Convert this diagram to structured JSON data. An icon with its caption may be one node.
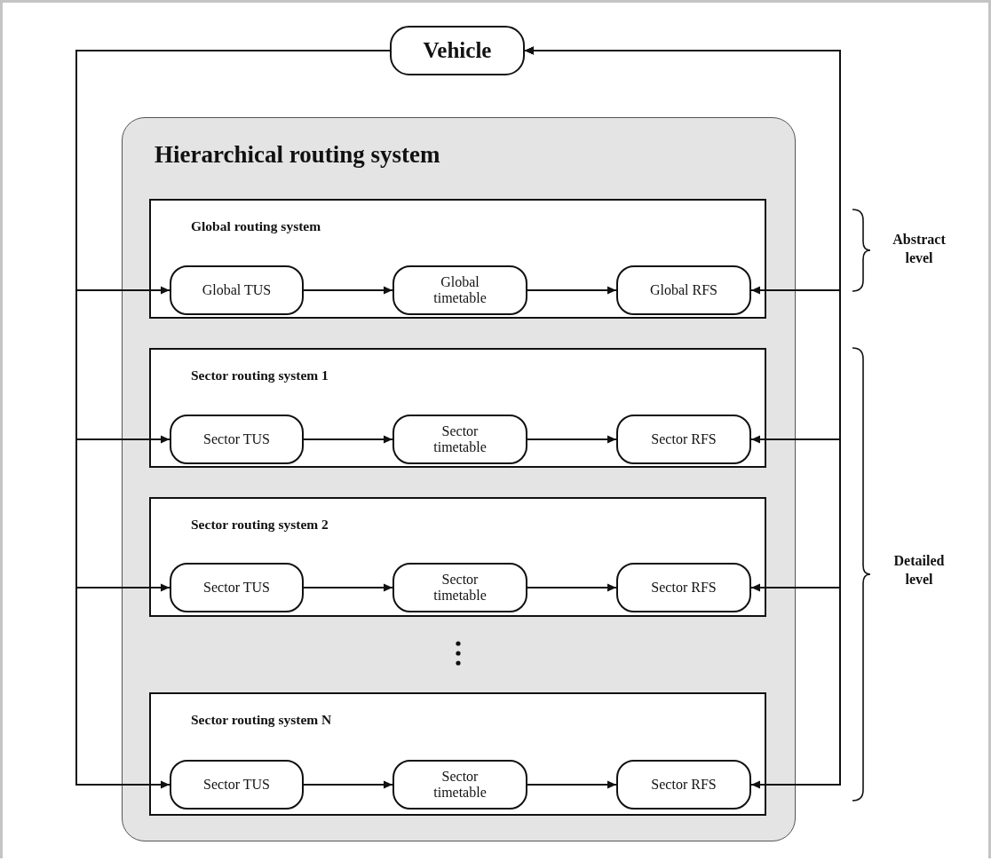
{
  "diagram": {
    "nodes": [
      {
        "text": [
          "Vehicle"
        ]
      },
      {
        "text": [
          "Hierarchical routing system"
        ]
      },
      {
        "text": [
          "Global routing system"
        ],
        "in": 1
      },
      {
        "text": [
          "Global TUS"
        ],
        "in": 2
      },
      {
        "text": [
          "Global timetable"
        ],
        "in": 2
      },
      {
        "text": [
          "Global RFS"
        ],
        "in": 2
      },
      {
        "text": [
          "Sector routing system 1"
        ],
        "in": 1
      },
      {
        "text": [
          "Sector TUS"
        ],
        "in": 6
      },
      {
        "text": [
          "Sector timetable"
        ],
        "in": 6
      },
      {
        "text": [
          "Sector RFS"
        ],
        "in": 6
      },
      {
        "text": [
          "Sector routing system 2"
        ],
        "in": 1
      },
      {
        "text": [
          "Sector TUS"
        ],
        "in": 10
      },
      {
        "text": [
          "Sector timetable"
        ],
        "in": 10
      },
      {
        "text": [
          "Sector RFS"
        ],
        "in": 10
      },
      {
        "text": [
          "Sector routing system N"
        ],
        "in": 1
      },
      {
        "text": [
          "Sector TUS"
        ],
        "in": 14
      },
      {
        "text": [
          "Sector timetable"
        ],
        "in": 14
      },
      {
        "text": [
          "Sector RFS"
        ],
        "in": 14
      }
    ],
    "edges": [
      {
        "from": 0,
        "to": 3,
        "arrow": "to"
      },
      {
        "from": 0,
        "to": 7,
        "arrow": "to"
      },
      {
        "from": 0,
        "to": 11,
        "arrow": "to"
      },
      {
        "from": 0,
        "to": 15,
        "arrow": "to"
      },
      {
        "from": 3,
        "to": 4,
        "arrow": "to"
      },
      {
        "from": 4,
        "to": 5,
        "arrow": "to"
      },
      {
        "from": 7,
        "to": 8,
        "arrow": "to"
      },
      {
        "from": 8,
        "to": 9,
        "arrow": "to"
      },
      {
        "from": 11,
        "to": 12,
        "arrow": "to"
      },
      {
        "from": 12,
        "to": 13,
        "arrow": "to"
      },
      {
        "from": 15,
        "to": 16,
        "arrow": "to"
      },
      {
        "from": 16,
        "to": 17,
        "arrow": "to"
      },
      {
        "from": 5,
        "to": 0,
        "arrow": "both"
      },
      {
        "from": 9,
        "to": 0,
        "arrow": "both"
      },
      {
        "from": 13,
        "to": 0,
        "arrow": "both"
      },
      {
        "from": 17,
        "to": 0,
        "arrow": "both"
      }
    ],
    "labels": [
      "Abstract level",
      "Detailed level"
    ]
  }
}
